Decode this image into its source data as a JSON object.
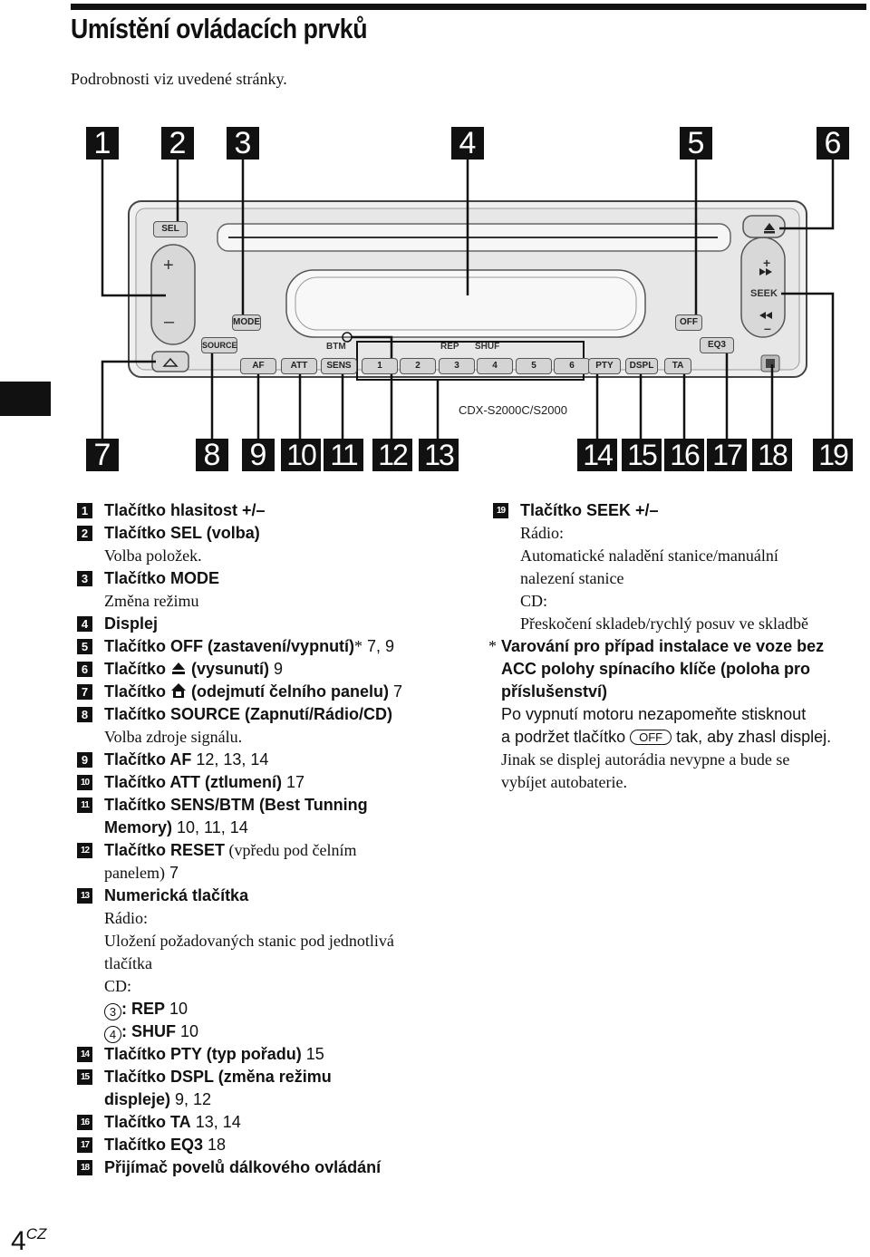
{
  "page": {
    "title": "Umístění ovládacích prvků",
    "subtitle": "Podrobnosti viz uvedené stránky.",
    "page_number": "4",
    "page_suffix": "CZ"
  },
  "diagram": {
    "model": "CDX-S2000C/S2000",
    "top_callouts": [
      "1",
      "2",
      "3",
      "4",
      "5",
      "6"
    ],
    "bottom_callouts": [
      "7",
      "8",
      "9",
      "10",
      "11",
      "12",
      "13",
      "14",
      "15",
      "16",
      "17",
      "18",
      "19"
    ],
    "labels": {
      "sel": "SEL",
      "plus": "+",
      "minus": "–",
      "mode": "MODE",
      "source": "SOURCE",
      "btm": "BTM",
      "rep": "REP",
      "shuf": "SHUF",
      "off": "OFF",
      "eq3": "EQ3",
      "seek": "SEEK",
      "seek_plus": "+",
      "seek_minus": "–"
    },
    "keys": [
      "AF",
      "ATT",
      "SENS",
      "1",
      "2",
      "3",
      "4",
      "5",
      "6",
      "PTY",
      "DSPL",
      "TA"
    ]
  },
  "left_list": {
    "i1": {
      "n": "1",
      "title": "Tlačítko hlasitost +/–"
    },
    "i2": {
      "n": "2",
      "title": "Tlačítko SEL (volba)",
      "desc": "Volba položek."
    },
    "i3": {
      "n": "3",
      "title": "Tlačítko MODE",
      "desc": "Změna režimu"
    },
    "i4": {
      "n": "4",
      "title": "Displej"
    },
    "i5": {
      "n": "5",
      "title": "Tlačítko OFF (zastavení/vypnutí)",
      "mark": "*",
      "refs": " 7, 9"
    },
    "i6": {
      "n": "6",
      "pre": "Tlačítko ",
      "post": " (vysunutí)",
      "refs": " 9"
    },
    "i7": {
      "n": "7",
      "pre": "Tlačítko ",
      "post": " (odejmutí čelního panelu)",
      "refs": " 7"
    },
    "i8": {
      "n": "8",
      "title": "Tlačítko SOURCE (Zapnutí/Rádio/CD)",
      "desc": "Volba zdroje signálu."
    },
    "i9": {
      "n": "9",
      "title": "Tlačítko AF",
      "refs": " 12, 13, 14"
    },
    "i10": {
      "n": "10",
      "title": "Tlačítko ATT (ztlumení)",
      "refs": " 17"
    },
    "i11": {
      "n": "11",
      "title": "Tlačítko SENS/BTM (Best Tunning",
      "title2": "Memory)",
      "refs": " 10, 11, 14"
    },
    "i12": {
      "n": "12",
      "title": "Tlačítko RESET",
      "rest": " (vpředu pod čelním",
      "rest2": "panelem)",
      "refs": " 7"
    },
    "i13": {
      "n": "13",
      "title": "Numerická tlačítka",
      "radio": "Rádio:",
      "radio_desc": "Uložení požadovaných stanic pod jednotlivá",
      "radio_desc2": "tlačítka",
      "cd": "CD:",
      "k1": "3",
      "k1_label": ": REP",
      "k1_ref": " 10",
      "k2": "4",
      "k2_label": ": SHUF",
      "k2_ref": " 10"
    },
    "i14": {
      "n": "14",
      "title": "Tlačítko PTY (typ pořadu)",
      "refs": " 15"
    },
    "i15": {
      "n": "15",
      "title": "Tlačítko DSPL (změna režimu",
      "title2": "displeje)",
      "refs": " 9, 12"
    },
    "i16": {
      "n": "16",
      "title": "Tlačítko TA",
      "refs": " 13, 14"
    },
    "i17": {
      "n": "17",
      "title": "Tlačítko EQ3",
      "refs": " 18"
    },
    "i18": {
      "n": "18",
      "title": "Přijímač povelů dálkového ovládání"
    }
  },
  "right_list": {
    "i19": {
      "n": "19",
      "title": "Tlačítko SEEK +/–",
      "radio": "Rádio:",
      "radio_desc": "Automatické naladění stanice/manuální",
      "radio_desc2": "nalezení stanice",
      "cd": "CD:",
      "cd_desc": "Přeskočení skladeb/rychlý posuv ve skladbě"
    },
    "note": {
      "mark": "*",
      "warn1": "Varování pro případ instalace ve voze bez",
      "warn2": "ACC polohy spínacího klíče (poloha pro",
      "warn3": "příslušenství)",
      "l1": "Po vypnutí motoru nezapomeňte stisknout",
      "l2a": "a podržet tlačítko ",
      "key": "OFF",
      "l2b": " tak, aby zhasl displej.",
      "l3": "Jinak se displej autorádia nevypne a bude se",
      "l4": "vybíjet autobaterie."
    }
  }
}
